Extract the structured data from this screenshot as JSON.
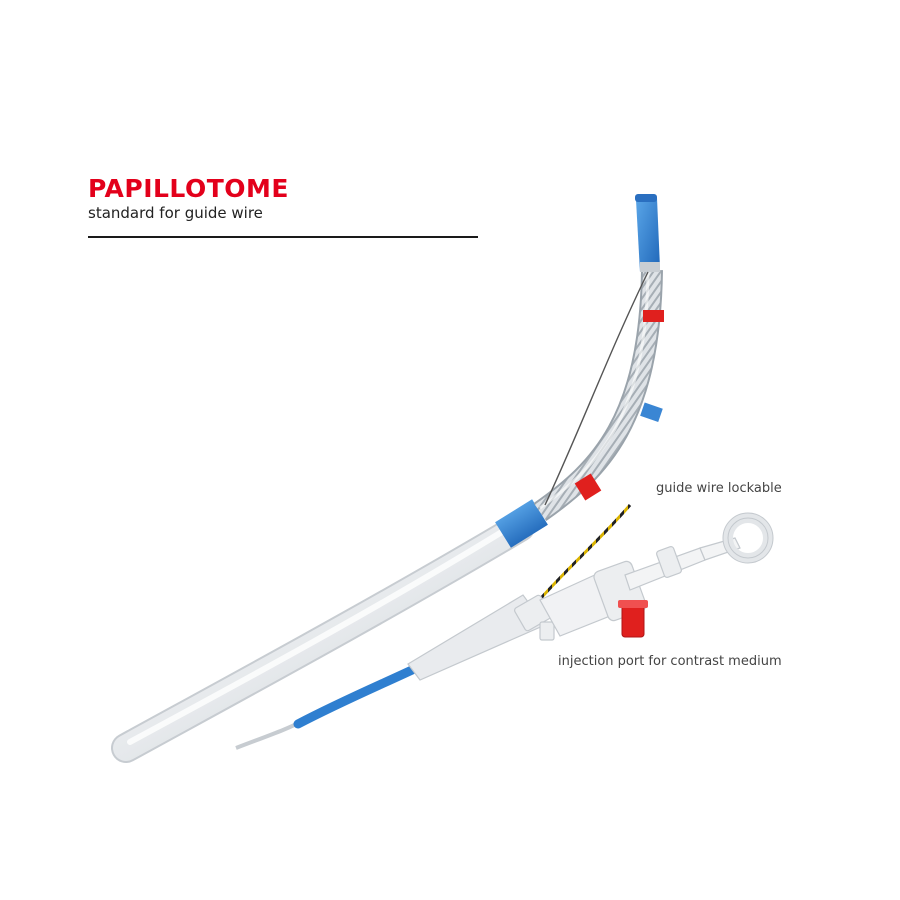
{
  "header": {
    "title": "PAPILLOTOME",
    "subtitle": "standard for guide wire"
  },
  "callouts": {
    "guide_wire": "guide wire lockable",
    "injection_port": "injection port for contrast medium"
  },
  "colors": {
    "brand_red": "#e3001b",
    "marker_blue": "#2f7fd0",
    "marker_red": "#e0201e",
    "catheter_white": "#eef0f2"
  }
}
